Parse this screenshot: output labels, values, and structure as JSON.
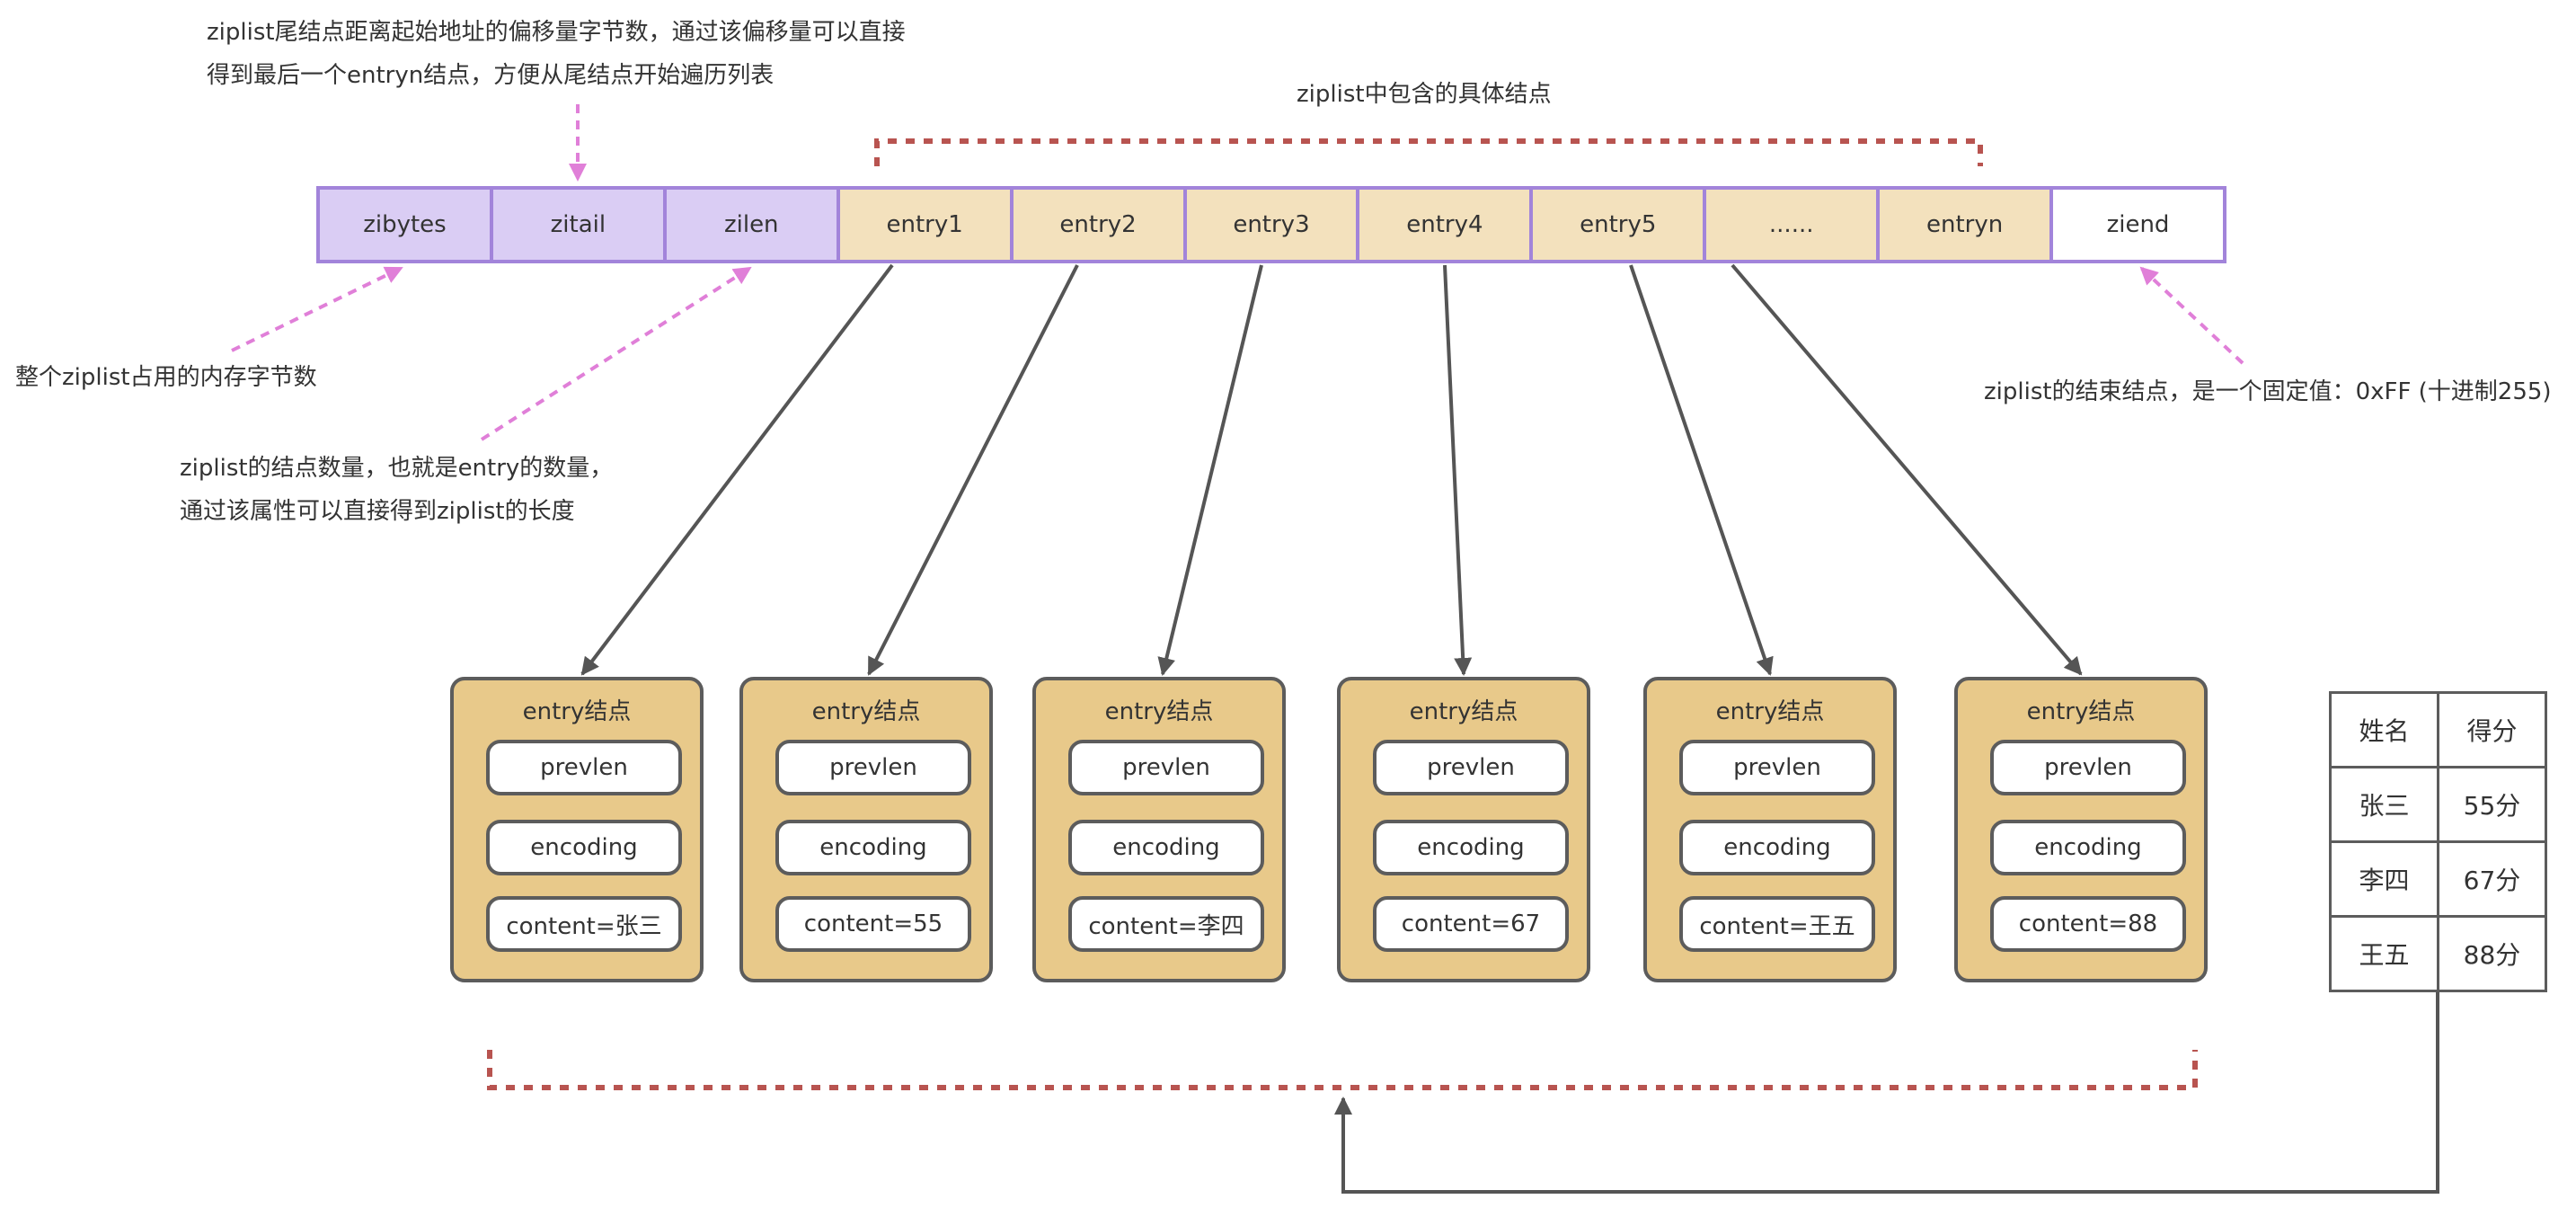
{
  "annotations": {
    "zltail_note": [
      "ziplist尾结点距离起始地址的偏移量字节数，通过该偏移量可以直接",
      "得到最后一个entryn结点，方便从尾结点开始遍历列表"
    ],
    "contained_nodes": "ziplist中包含的具体结点",
    "zlbytes_note": "整个ziplist占用的内存字节数",
    "zllen_note": [
      "ziplist的结点数量，也就是entry的数量，",
      "通过该属性可以直接得到ziplist的长度"
    ],
    "zlend_note": "ziplist的结束结点，是一个固定值：0xFF (十进制255)"
  },
  "ziplist_cells": [
    {
      "label": "zibytes",
      "kind": "header"
    },
    {
      "label": "zitail",
      "kind": "header"
    },
    {
      "label": "zilen",
      "kind": "header"
    },
    {
      "label": "entry1",
      "kind": "entry"
    },
    {
      "label": "entry2",
      "kind": "entry"
    },
    {
      "label": "entry3",
      "kind": "entry"
    },
    {
      "label": "entry4",
      "kind": "entry"
    },
    {
      "label": "entry5",
      "kind": "entry"
    },
    {
      "label": "......",
      "kind": "entry"
    },
    {
      "label": "entryn",
      "kind": "entry"
    },
    {
      "label": "ziend",
      "kind": "end"
    }
  ],
  "entry_nodes": [
    {
      "title": "entry结点",
      "prevlen": "prevlen",
      "encoding": "encoding",
      "content": "content=张三"
    },
    {
      "title": "entry结点",
      "prevlen": "prevlen",
      "encoding": "encoding",
      "content": "content=55"
    },
    {
      "title": "entry结点",
      "prevlen": "prevlen",
      "encoding": "encoding",
      "content": "content=李四"
    },
    {
      "title": "entry结点",
      "prevlen": "prevlen",
      "encoding": "encoding",
      "content": "content=67"
    },
    {
      "title": "entry结点",
      "prevlen": "prevlen",
      "encoding": "encoding",
      "content": "content=王五"
    },
    {
      "title": "entry结点",
      "prevlen": "prevlen",
      "encoding": "encoding",
      "content": "content=88"
    }
  ],
  "score_table": {
    "headers": [
      "姓名",
      "得分"
    ],
    "rows": [
      [
        "张三",
        "55分"
      ],
      [
        "李四",
        "67分"
      ],
      [
        "王五",
        "88分"
      ]
    ]
  },
  "colors": {
    "header_cell": "#dacdf4",
    "entry_cell": "#f3e1bd",
    "border_purple": "#a284da",
    "node_fill": "#e8c98a",
    "dashed_bracket": "#b85450",
    "pink_arrow": "#e07fd8",
    "dark_line": "#555555"
  }
}
